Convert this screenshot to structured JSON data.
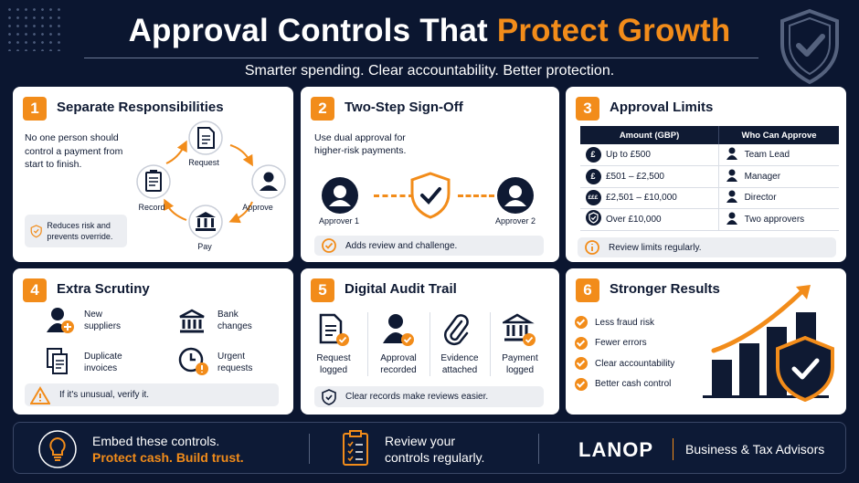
{
  "header": {
    "title_part1": "Approval Controls That",
    "title_accent": "Protect Growth",
    "subtitle": "Smarter spending. Clear accountability. Better protection."
  },
  "colors": {
    "accent": "#f28c1a",
    "navy": "#0f1a33",
    "background": "#0b1630"
  },
  "cards": {
    "c1": {
      "number": "1",
      "title": "Separate Responsibilities",
      "body": "No one person should control a payment from start to finish.",
      "cycle": [
        "Request",
        "Approve",
        "Pay",
        "Record"
      ],
      "note": "Reduces risk and prevents override."
    },
    "c2": {
      "number": "2",
      "title": "Two-Step Sign-Off",
      "body": "Use dual approval for higher-risk payments.",
      "approver1": "Approver 1",
      "approver2": "Approver 2",
      "note": "Adds review and challenge."
    },
    "c3": {
      "number": "3",
      "title": "Approval Limits",
      "col_amount": "Amount (GBP)",
      "col_who": "Who Can Approve",
      "rows": [
        {
          "symbol": "£",
          "amount": "Up to £500",
          "who": "Team Lead"
        },
        {
          "symbol": "£",
          "amount": "£501 – £2,500",
          "who": "Manager"
        },
        {
          "symbol": "£££",
          "amount": "£2,501 – £10,000",
          "who": "Director"
        },
        {
          "symbol": "shield",
          "amount": "Over £10,000",
          "who": "Two approvers"
        }
      ],
      "note": "Review limits regularly."
    },
    "c4": {
      "number": "4",
      "title": "Extra Scrutiny",
      "items": [
        "New suppliers",
        "Bank changes",
        "Duplicate invoices",
        "Urgent requests"
      ],
      "note": "If it's unusual, verify it."
    },
    "c5": {
      "number": "5",
      "title": "Digital Audit Trail",
      "items": [
        "Request logged",
        "Approval recorded",
        "Evidence attached",
        "Payment logged"
      ],
      "note": "Clear records make reviews easier."
    },
    "c6": {
      "number": "6",
      "title": "Stronger Results",
      "items": [
        "Less fraud risk",
        "Fewer errors",
        "Clear accountability",
        "Better cash control"
      ]
    }
  },
  "footer": {
    "line1": "Embed these controls.",
    "line2": "Protect cash. Build trust.",
    "review_line1": "Review your",
    "review_line2": "controls regularly.",
    "brand": "LANOP",
    "tagline": "Business & Tax Advisors"
  }
}
